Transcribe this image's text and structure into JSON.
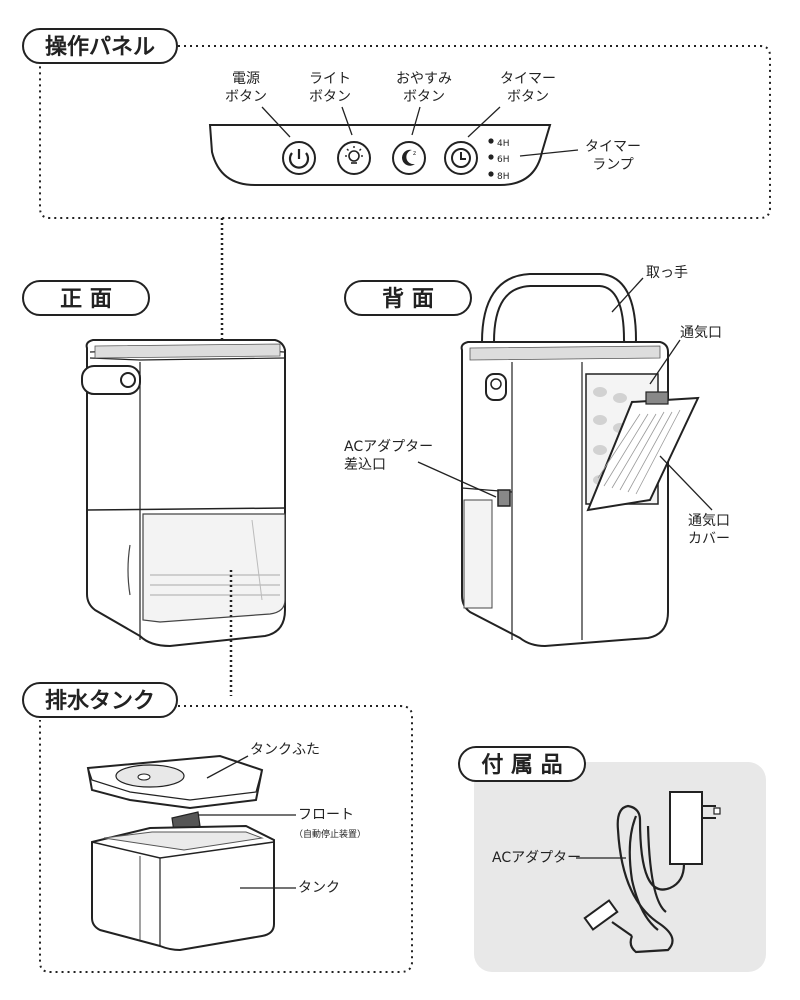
{
  "sections": {
    "control_panel": "操作パネル",
    "front": "正 面",
    "back": "背 面",
    "tank_section": "排水タンク",
    "accessories": "付 属 品"
  },
  "panel": {
    "power_button": "電源\nボタン",
    "light_button": "ライト\nボタン",
    "sleep_button": "おやすみ\nボタン",
    "timer_button": "タイマー\nボタン",
    "timer_lamp": "タイマー\nランプ",
    "timer_options": [
      "4H",
      "6H",
      "8H"
    ]
  },
  "back_labels": {
    "handle": "取っ手",
    "vent": "通気口",
    "ac_inlet": "ACアダプター\n差込口",
    "vent_cover": "通気口\nカバー"
  },
  "tank_labels": {
    "tank_lid": "タンクふた",
    "float": "フロート",
    "float_note": "（自動停止装置）",
    "tank": "タンク"
  },
  "accessory_labels": {
    "ac_adapter": "ACアダプター"
  }
}
